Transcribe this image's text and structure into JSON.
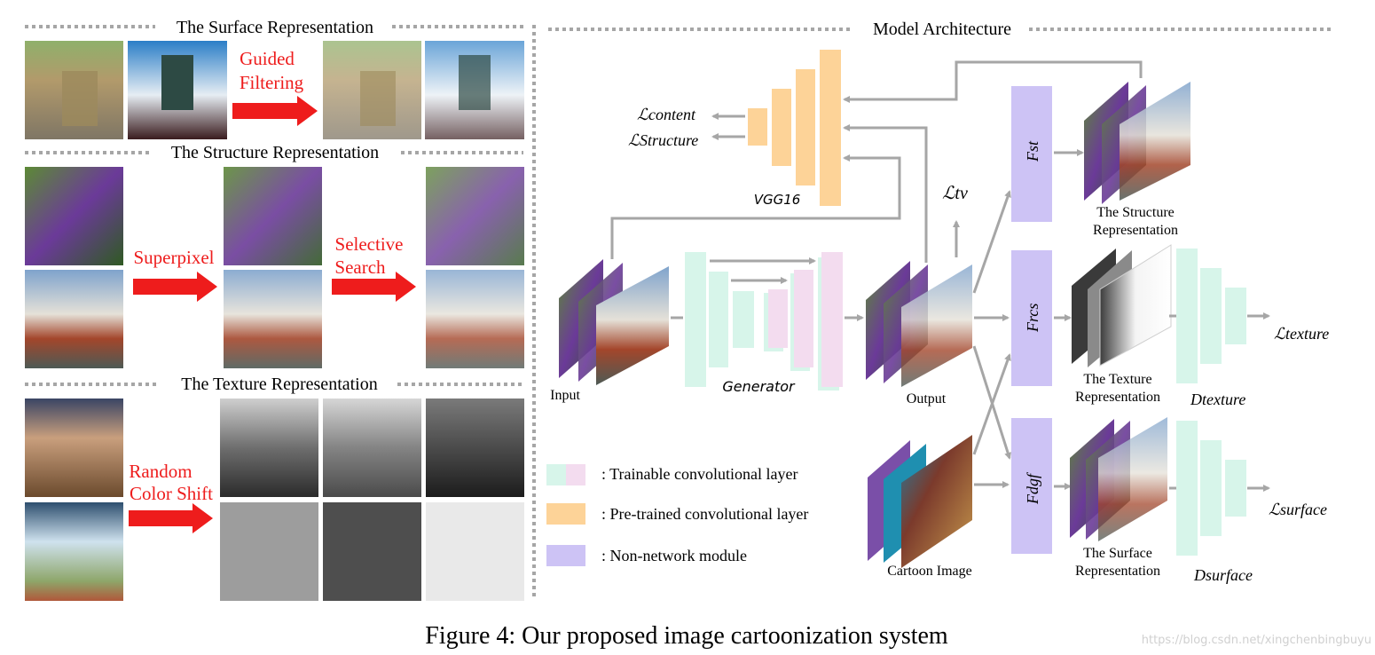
{
  "figure": {
    "caption": "Figure 4: Our proposed image cartoonization system",
    "watermark": "https://blog.csdn.net/xingchenbingbuyu"
  },
  "left_panel": {
    "surface_title": "The Surface Representation",
    "surface_op_line1": "Guided",
    "surface_op_line2": "Filtering",
    "structure_title": "The Structure Representation",
    "structure_op1": "Superpixel",
    "structure_op2_line1": "Selective",
    "structure_op2_line2": "Search",
    "texture_title": "The Texture Representation",
    "texture_op_line1": "Random",
    "texture_op_line2": "Color Shift"
  },
  "architecture": {
    "title": "Model Architecture",
    "vgg_label": "VGG16",
    "loss_content": "ℒcontent",
    "loss_structure": "ℒStructure",
    "loss_tv": "ℒtv",
    "loss_texture": "ℒtexture",
    "loss_surface": "ℒsurface",
    "input_label": "Input",
    "generator_label": "Generator",
    "output_label": "Output",
    "cartoon_label": "Cartoon Image",
    "f_st": "Fst",
    "f_rcs": "Frcs",
    "f_dgf": "Fdgf",
    "structure_rep_line1": "The Structure",
    "structure_rep_line2": "Representation",
    "texture_rep_line1": "The Texture",
    "texture_rep_line2": "Representation",
    "surface_rep_line1": "The Surface",
    "surface_rep_line2": "Representation",
    "d_texture": "Dtexture",
    "d_surface": "Dsurface"
  },
  "legend": [
    {
      "label": ": Trainable convolutional layer"
    },
    {
      "label": ": Pre-trained convolutional layer"
    },
    {
      "label": ": Non-network module"
    }
  ],
  "colors": {
    "arrow_red": "#ee1c1c",
    "gray_arrow": "#a6a6a6",
    "trainable_green": "#d7f5ea",
    "trainable_pink": "#f3dcef",
    "pretrained_orange": "#fdd398",
    "nonnetwork_purple": "#cdc3f5"
  }
}
